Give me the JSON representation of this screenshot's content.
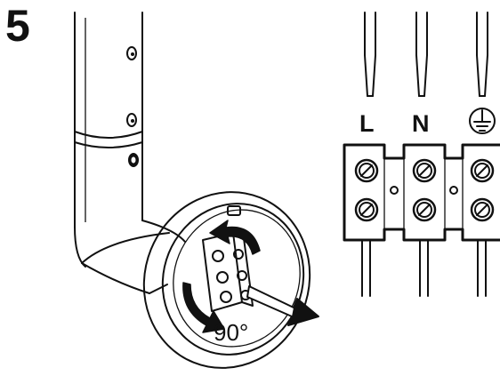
{
  "step": {
    "number": "5"
  },
  "terminals": {
    "live": "L",
    "neutral": "N",
    "earth_icon": "earth-ground-icon"
  },
  "rotation": {
    "label": "90°"
  },
  "colors": {
    "line": "#111111",
    "background": "#ffffff",
    "arrow": "#111111"
  }
}
